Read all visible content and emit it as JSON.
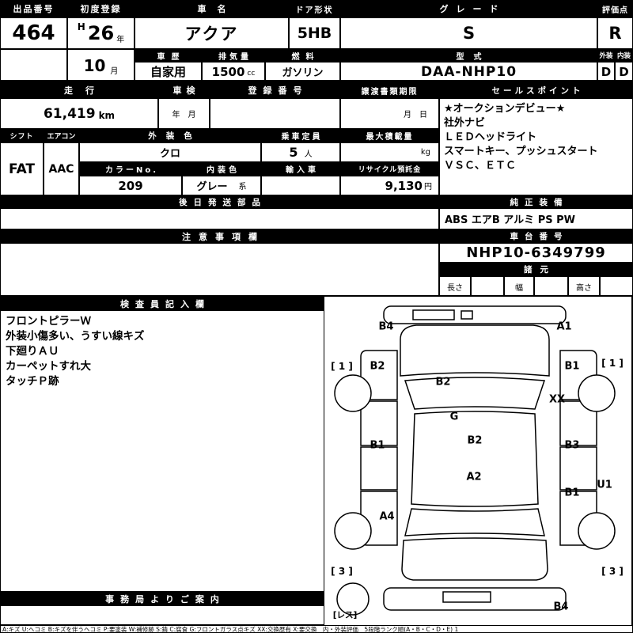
{
  "top": {
    "lot_label": "出品番号",
    "lot_number": "464",
    "first_reg_label": "初度登録",
    "era": "H",
    "reg_year": "26",
    "year_suffix": "年",
    "reg_month": "10",
    "month_suffix": "月",
    "car_name_label": "車名",
    "car_name": "アクア",
    "door_label": "ドア形状",
    "door_shape": "5HB",
    "grade_label": "グレード",
    "grade": "S",
    "score_label": "評価点",
    "score": "R",
    "history_label": "車歴",
    "history": "自家用",
    "displacement_label": "排気量",
    "displacement": "1500",
    "displacement_unit": "cc",
    "fuel_label": "燃料",
    "fuel": "ガソリン",
    "model_label": "型式",
    "model_code": "DAA-NHP10",
    "exterior_label": "外装",
    "interior_label": "内装",
    "exterior_grade": "D",
    "interior_grade": "D"
  },
  "mileage": {
    "label": "走行",
    "value": "61,419",
    "unit": "km"
  },
  "inspection": {
    "label": "車検",
    "value": "年　月"
  },
  "registration": {
    "label": "登録番号",
    "value": ""
  },
  "transfer": {
    "label": "譲渡書類期限",
    "value": "月　日"
  },
  "sales": {
    "label": "セールスポイント",
    "points": [
      "★オークションデビュー★",
      "社外ナビ",
      "ＬＥＤヘッドライト",
      "スマートキー、プッシュスタート",
      "ＶＳＣ、ＥＴＣ"
    ]
  },
  "specs": {
    "shift_label": "シフト",
    "shift": "FAT",
    "aircon_label": "エアコン",
    "aircon": "AAC",
    "ext_color_label": "外装色",
    "ext_color": "クロ",
    "capacity_label": "乗車定員",
    "capacity": "5",
    "capacity_unit": "人",
    "max_load_label": "最大積載量",
    "max_load_unit": "kg",
    "color_no_label": "カラーNo.",
    "color_no": "209",
    "int_color_label": "内装色",
    "int_color": "グレー",
    "int_color_suffix": "系",
    "import_label": "輸入車",
    "import_value": "",
    "recycle_label": "リサイクル預託金",
    "recycle_deposit": "9,130",
    "recycle_unit": "円"
  },
  "later_parts": {
    "label": "後日発送部品",
    "value": ""
  },
  "equipment": {
    "label": "純正装備",
    "value": "ABS エアB アルミ PS PW"
  },
  "cautions": {
    "label": "注意事項欄",
    "value": ""
  },
  "chassis": {
    "label": "車台番号",
    "number": "NHP10-6349799"
  },
  "dimensions": {
    "label": "諸元",
    "length_label": "長さ",
    "width_label": "幅",
    "height_label": "高さ"
  },
  "inspector": {
    "label": "検査員記入欄",
    "notes": [
      "フロントピラーＷ",
      "外装小傷多い、うすい線キズ",
      "下廻りＡＵ",
      "カーペットすれ大",
      "タッチＰ跡"
    ]
  },
  "office": {
    "label": "事務局よりご案内",
    "value": ""
  },
  "legend": "A:キズ U:ヘコミ B:キズを伴うヘコミ P:要塗装 W:補修跡 S:錆 C:腐食 G:フロントガラス点キズ XX:交換歴有 X:要交換　内・外装評価　5段階ランク順(A・B・C・D・E) 1",
  "diagram": {
    "marks": [
      "B4",
      "A1",
      "[ 1 ]",
      "B2",
      "B2",
      "B1",
      "[ 1 ]",
      "XX",
      "G",
      "B1",
      "B2",
      "B3",
      "A2",
      "B1",
      "U1",
      "A4",
      "[ 3 ]",
      "[ 3 ]",
      "B4",
      "[レス]"
    ]
  }
}
